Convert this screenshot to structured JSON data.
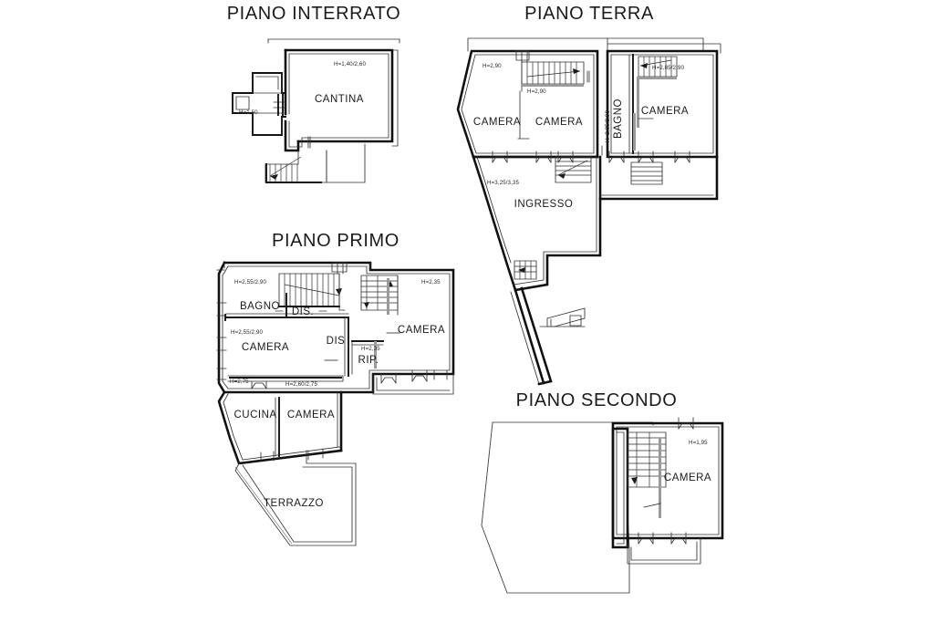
{
  "document": {
    "type": "floor-plan-sheet",
    "language": "it",
    "background_color": "#ffffff",
    "line_color": "#111111"
  },
  "floors": [
    {
      "id": "interrato",
      "title": "PIANO INTERRATO",
      "rooms": [
        {
          "name": "CANTINA"
        }
      ],
      "heights": [
        {
          "text": "H=1,40/2,60"
        },
        {
          "text": "H=1,50"
        }
      ],
      "features": [
        "stair-down",
        "small-annex"
      ]
    },
    {
      "id": "terra",
      "title": "PIANO TERRA",
      "rooms": [
        {
          "name": "CAMERA"
        },
        {
          "name": "CAMERA"
        },
        {
          "name": "BAGNO"
        },
        {
          "name": "CAMERA"
        },
        {
          "name": "INGRESSO"
        }
      ],
      "heights": [
        {
          "text": "H=2,90"
        },
        {
          "text": "H=2,90"
        },
        {
          "text": "H=2,85/2,90"
        },
        {
          "text": "H=2,85/2,90"
        },
        {
          "text": "H=3,25/3,35"
        }
      ],
      "features": [
        "stair-up-left",
        "stair-up-right",
        "entrance-stair",
        "exterior-stair",
        "street-element"
      ]
    },
    {
      "id": "primo",
      "title": "PIANO PRIMO",
      "rooms": [
        {
          "name": "BAGNO"
        },
        {
          "name": "DIS."
        },
        {
          "name": "DIS"
        },
        {
          "name": "CAMERA"
        },
        {
          "name": "RIP."
        },
        {
          "name": "CAMERA"
        },
        {
          "name": "CUCINA"
        },
        {
          "name": "CAMERA"
        },
        {
          "name": "TERRAZZO"
        }
      ],
      "heights": [
        {
          "text": "H=2,55/2,90"
        },
        {
          "text": "H=2,55/2,90"
        },
        {
          "text": "H=2,35"
        },
        {
          "text": "H=2,35"
        },
        {
          "text": "H=2,75"
        },
        {
          "text": "H=2,60/2,75"
        }
      ],
      "features": [
        "stair-down-left",
        "stair-down-right",
        "terrace"
      ]
    },
    {
      "id": "secondo",
      "title": "PIANO SECONDO",
      "rooms": [
        {
          "name": "CAMERA"
        }
      ],
      "heights": [
        {
          "text": "H=1,95"
        }
      ],
      "features": [
        "stair-down",
        "roof-outline"
      ]
    }
  ]
}
